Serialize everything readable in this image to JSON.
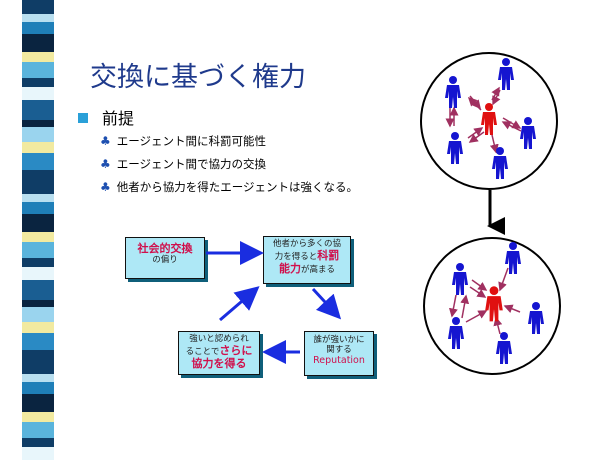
{
  "slide": {
    "title": "交換に基づく権力",
    "premise_label": "前提",
    "bullets": [
      "エージェント間に科罰可能性",
      "エージェント間で協力の交換",
      "他者から協力を得たエージェントは強くなる。"
    ]
  },
  "cycle": {
    "box1": {
      "line1": "社会的交換",
      "line2": "の偏り"
    },
    "box2": {
      "line1": "他者から多くの協",
      "line2a": "力を得ると",
      "line2b": "科罰",
      "line3a": "能力",
      "line3b": "が高まる"
    },
    "box3": {
      "line1": "誰が強いかに",
      "line2": "関する",
      "line3": "Reputation"
    },
    "box4": {
      "line1": "強いと認められ",
      "line2a": "ることで",
      "line2b": "さらに",
      "line3": "協力を得る"
    }
  },
  "colors": {
    "title": "#1f3a8c",
    "bullet_square": "#2aa0d8",
    "club": "#1d4fb0",
    "box_fill": "#aee8f6",
    "box_shadow": "#0f5f7a",
    "cycle_arrow": "#1a2de0",
    "agent": "#1515d0",
    "central_agent": "#e01010",
    "exchange_arrow": "#a03060",
    "emphasis_text": "#d0104c"
  },
  "icons": {
    "bullet": "club-icon",
    "agent": "person-icon"
  }
}
